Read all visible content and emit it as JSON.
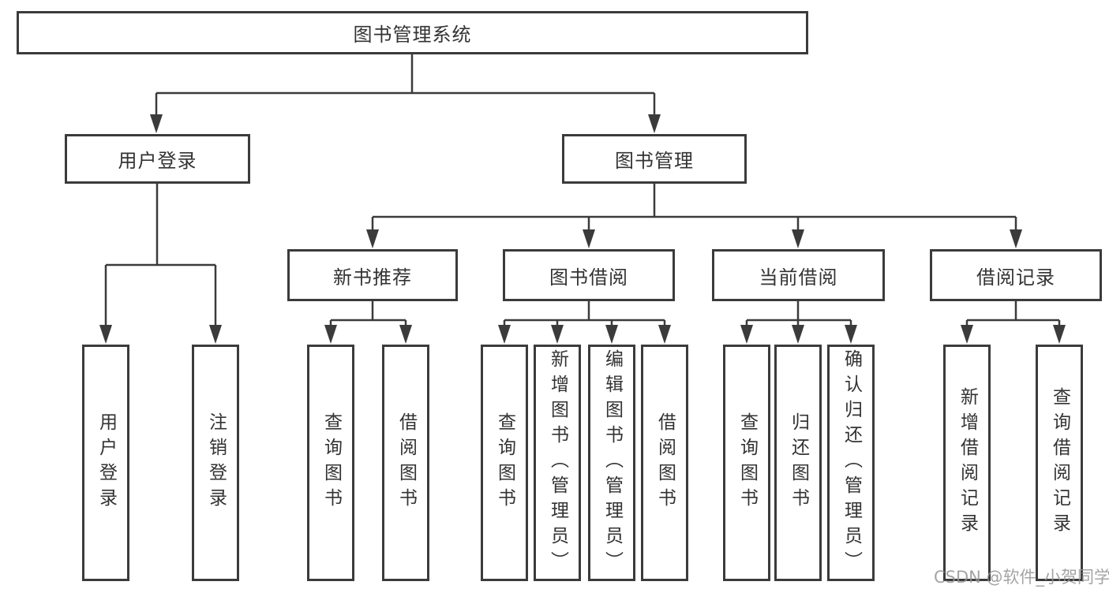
{
  "diagram": {
    "root": {
      "label": "图书管理系统"
    },
    "level2": [
      {
        "label": "用户登录"
      },
      {
        "label": "图书管理"
      }
    ],
    "level3": [
      {
        "label": "新书推荐"
      },
      {
        "label": "图书借阅"
      },
      {
        "label": "当前借阅"
      },
      {
        "label": "借阅记录"
      }
    ],
    "leaves": [
      {
        "label": "用户登录"
      },
      {
        "label": "注销登录"
      },
      {
        "label": "查询图书"
      },
      {
        "label": "借阅图书"
      },
      {
        "label": "查询图书"
      },
      {
        "label": "新增图书（管理员）"
      },
      {
        "label": "编辑图书（管理员）"
      },
      {
        "label": "借阅图书"
      },
      {
        "label": "查询图书"
      },
      {
        "label": "归还图书"
      },
      {
        "label": "确认归还（管理员）"
      },
      {
        "label": "新增借阅记录"
      },
      {
        "label": "查询借阅记录"
      }
    ],
    "watermark": "CSDN @软件_小贺同学",
    "colors": {
      "line": "#3b3b3b",
      "text": "#333333",
      "watermark": "#949494",
      "background": "#ffffff"
    }
  }
}
